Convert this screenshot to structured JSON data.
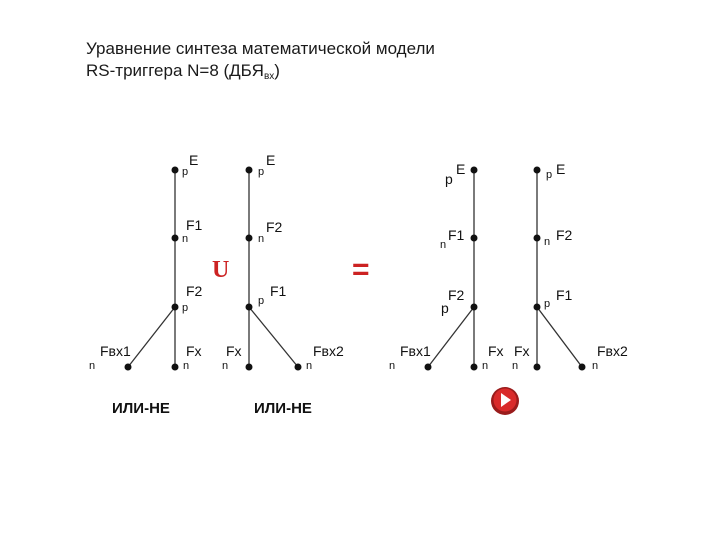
{
  "title": {
    "line1": "Уравнение синтеза математической модели",
    "line2_main": "RS-триггера N=8 (ДБЯ",
    "line2_sub": "вх",
    "line2_end": ")"
  },
  "operators": {
    "union": "U",
    "equals": "="
  },
  "left_trees": {
    "tree1": {
      "top": {
        "pole": "p",
        "name": "E"
      },
      "mid": {
        "pole": "n",
        "name": "F1"
      },
      "low": {
        "pole": "p",
        "name": "F2"
      },
      "leaf_left": {
        "pole": "n",
        "name": "Fвх1"
      },
      "leaf_right": {
        "pole": "n",
        "name": "Fx"
      },
      "caption": "ИЛИ-НЕ"
    },
    "tree2": {
      "top": {
        "pole": "p",
        "name": "E"
      },
      "mid": {
        "pole": "n",
        "name": "F2"
      },
      "low": {
        "pole": "p",
        "name": "F1"
      },
      "leaf_left": {
        "pole": "n",
        "name": "Fx"
      },
      "leaf_right": {
        "pole": "n",
        "name": "Fвх2"
      },
      "caption": "ИЛИ-НЕ"
    }
  },
  "right_trees": {
    "tree1": {
      "top": {
        "pole": "p",
        "name": "E"
      },
      "mid": {
        "pole": "n",
        "name": "F1"
      },
      "low": {
        "pole": "p",
        "name": "F2"
      },
      "leaf_left": {
        "pole": "n",
        "name": "Fвх1"
      },
      "leaf_right": {
        "pole": "n",
        "name": "Fx"
      }
    },
    "tree2": {
      "top": {
        "pole": "p",
        "name": "E"
      },
      "mid": {
        "pole": "n",
        "name": "F2"
      },
      "low": {
        "pole": "p",
        "name": "F1"
      },
      "leaf_left": {
        "pole": "n",
        "name": "Fx"
      },
      "leaf_right": {
        "pole": "n",
        "name": "Fвх2"
      }
    }
  },
  "colors": {
    "operator": "#cc2222",
    "node": "#111111",
    "play_button": "#d92b2b"
  },
  "play_icon": "play-icon"
}
